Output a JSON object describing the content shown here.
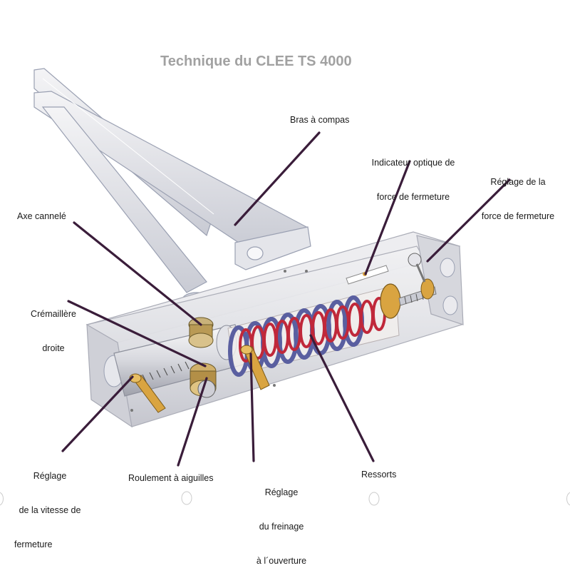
{
  "header": {
    "title_fragment": "Technique du CLEE TS 4000"
  },
  "labels": {
    "bras_compas": "Bras à compas",
    "indicateur_line1": "Indicateur optique de",
    "indicateur_line2": "force de fermeture",
    "reglage_force_line1": "Réglage de la",
    "reglage_force_line2": "force de fermeture",
    "axe_cannele": "Axe cannelé",
    "cremaillere_line1": "Crémaillère",
    "cremaillere_line2": "droite",
    "reglage_vitesse_line1": "Réglage",
    "reglage_vitesse_line2": "de la vitesse de",
    "reglage_vitesse_line3": "fermeture",
    "roulement": "Roulement à aiguilles",
    "reglage_freinage_line1": "Réglage",
    "reglage_freinage_line2": "du freinage",
    "reglage_freinage_line3": "à l´ouverture",
    "ressorts": "Ressorts"
  },
  "colors": {
    "leader": "#3a1d3a",
    "spring_red": "#c0283a",
    "spring_blue": "#5a5fa0",
    "brass": "#d9a441",
    "housing": "#e6e6ea"
  }
}
